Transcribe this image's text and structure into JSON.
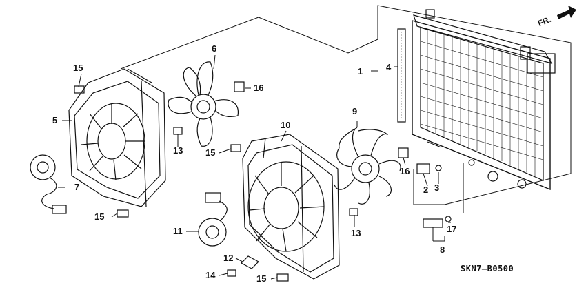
{
  "diagram": {
    "code": "SKN7—B0500",
    "direction_label": "FR.",
    "callouts": [
      {
        "id": "c1",
        "text": "1"
      },
      {
        "id": "c2",
        "text": "2"
      },
      {
        "id": "c3",
        "text": "3"
      },
      {
        "id": "c4",
        "text": "4"
      },
      {
        "id": "c5",
        "text": "5"
      },
      {
        "id": "c6",
        "text": "6"
      },
      {
        "id": "c7",
        "text": "7"
      },
      {
        "id": "c8",
        "text": "8"
      },
      {
        "id": "c9",
        "text": "9"
      },
      {
        "id": "c10",
        "text": "10"
      },
      {
        "id": "c11",
        "text": "11"
      },
      {
        "id": "c12",
        "text": "12"
      },
      {
        "id": "c13a",
        "text": "13"
      },
      {
        "id": "c13b",
        "text": "13"
      },
      {
        "id": "c14",
        "text": "14"
      },
      {
        "id": "c15a",
        "text": "15"
      },
      {
        "id": "c15b",
        "text": "15"
      },
      {
        "id": "c15c",
        "text": "15"
      },
      {
        "id": "c15d",
        "text": "15"
      },
      {
        "id": "c16a",
        "text": "16"
      },
      {
        "id": "c16b",
        "text": "16"
      },
      {
        "id": "c17",
        "text": "17"
      }
    ]
  }
}
